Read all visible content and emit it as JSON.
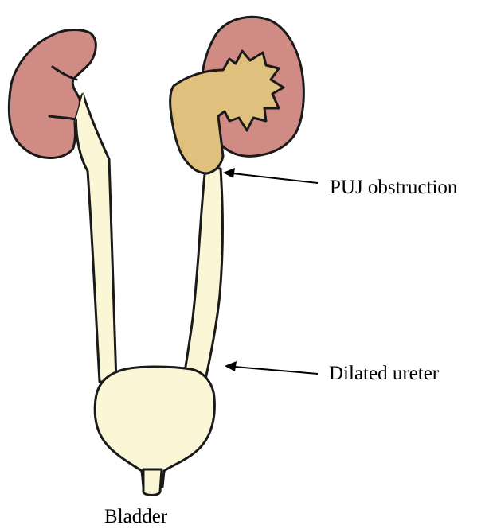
{
  "labels": {
    "puj": "PUJ obstruction",
    "ureter": "Dilated ureter",
    "bladder": "Bladder"
  },
  "colors": {
    "kidney": "#d08b84",
    "pelvis": "#dfc07c",
    "ureter": "#fbf6d5",
    "bladder": "#fbf6d5",
    "outline": "#1a1a1a"
  }
}
